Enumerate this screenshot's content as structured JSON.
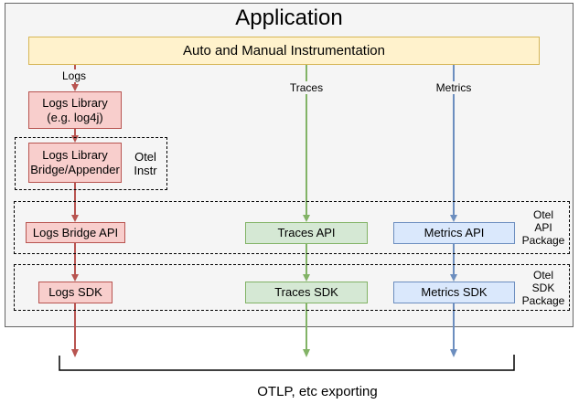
{
  "title": "Application",
  "instrumentation": {
    "label": "Auto and Manual Instrumentation"
  },
  "flows": {
    "logs": {
      "label": "Logs"
    },
    "traces": {
      "label": "Traces"
    },
    "metrics": {
      "label": "Metrics"
    }
  },
  "boxes": {
    "logs_library": {
      "line1": "Logs Library",
      "line2": "(e.g. log4j)"
    },
    "logs_bridge_appender": {
      "line1": "Logs Library",
      "line2": "Bridge/Appender"
    },
    "logs_bridge_api": {
      "label": "Logs Bridge API"
    },
    "traces_api": {
      "label": "Traces API"
    },
    "metrics_api": {
      "label": "Metrics API"
    },
    "logs_sdk": {
      "label": "Logs SDK"
    },
    "traces_sdk": {
      "label": "Traces SDK"
    },
    "metrics_sdk": {
      "label": "Metrics SDK"
    }
  },
  "group_labels": {
    "otel_instr": {
      "line1": "Otel",
      "line2": "Instr"
    },
    "otel_api_package": {
      "line1": "Otel",
      "line2": "API",
      "line3": "Package"
    },
    "otel_sdk_package": {
      "line1": "Otel",
      "line2": "SDK",
      "line3": "Package"
    }
  },
  "footer": {
    "exporting_label": "OTLP, etc exporting"
  },
  "colors": {
    "app_fill": "#F5F5F5",
    "app_stroke": "#666666",
    "yellow_fill": "#FFF2CC",
    "yellow_stroke": "#D6B656",
    "pink_fill": "#F8CECC",
    "pink_stroke": "#B85450",
    "green_fill": "#D5E8D4",
    "green_stroke": "#82B366",
    "blue_fill": "#DAE8FC",
    "blue_stroke": "#6C8EBF",
    "bracket_stroke": "#000000"
  }
}
